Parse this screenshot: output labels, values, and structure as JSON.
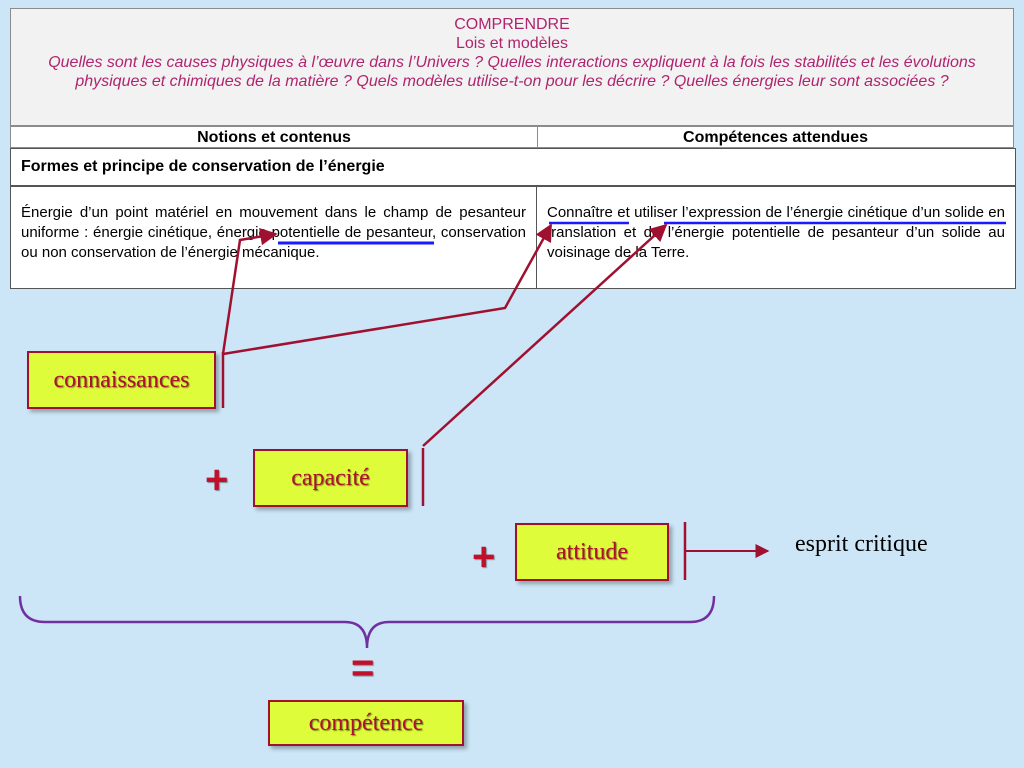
{
  "header": {
    "title": "COMPRENDRE",
    "subtitle": "Lois et modèles",
    "question": "Quelles sont les causes physiques à l’œuvre dans l’Univers ? Quelles interactions expliquent à la fois les stabilités et les évolutions physiques et chimiques de la matière ? Quels modèles utilise-t-on pour les décrire ? Quelles énergies leur sont associées ?"
  },
  "columns": {
    "left": "Notions et contenus",
    "right": "Compétences attendues"
  },
  "section_title": "Formes et principe de conservation de l’énergie",
  "notions": {
    "before": "Énergie d’un point matériel en mouvement dans le champ de pesanteur uniforme : ",
    "highlight": "énergie cinétique",
    "after": ", énergie potentielle de pesanteur, conservation ou non conservation de l’énergie mécanique."
  },
  "competences": {
    "verb1": "Connaître",
    "connector": " et ",
    "verb2_expression": "utiliser l’expression de l’énergie cinétique",
    "rest": " d’un solide en translation et de l’énergie potentielle de pesanteur d’un solide au voisinage de la Terre."
  },
  "diagram": {
    "connaissances": "connaissances",
    "capacite": "capacité",
    "attitude": "attitude",
    "competence": "compétence",
    "plus": "+",
    "equals": "=",
    "esprit_critique": "esprit critique"
  },
  "colors": {
    "background": "#cce6f7",
    "box_fill": "#dffc3a",
    "accent_red": "#a01030",
    "brace_purple": "#7030a0",
    "underline_blue": "#1a1aff",
    "header_text": "#b0246e"
  }
}
